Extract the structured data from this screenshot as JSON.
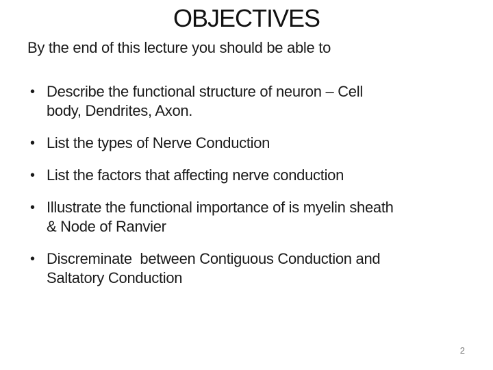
{
  "slide": {
    "title": "OBJECTIVES",
    "subtitle": "By the end of this lecture you should be able to",
    "bullet_glyph": "•",
    "bullets": [
      {
        "lines": {
          "0": "Describe the functional structure of neuron – Cell",
          "1": "body, Dendrites, Axon."
        }
      },
      {
        "lines": {
          "0": "List the types of Nerve Conduction"
        }
      },
      {
        "lines": {
          "0": "List the factors that affecting nerve conduction"
        }
      },
      {
        "lines": {
          "0": "Illustrate the functional importance of is myelin sheath",
          "1": "& Node of Ranvier"
        }
      },
      {
        "lines": {
          "0": "Discreminate  between Contiguous Conduction and",
          "1": "Saltatory Conduction"
        }
      }
    ],
    "page_number": "2",
    "colors": {
      "background": "#ffffff",
      "text": "#1a1a1a",
      "page_number": "#757575"
    }
  }
}
